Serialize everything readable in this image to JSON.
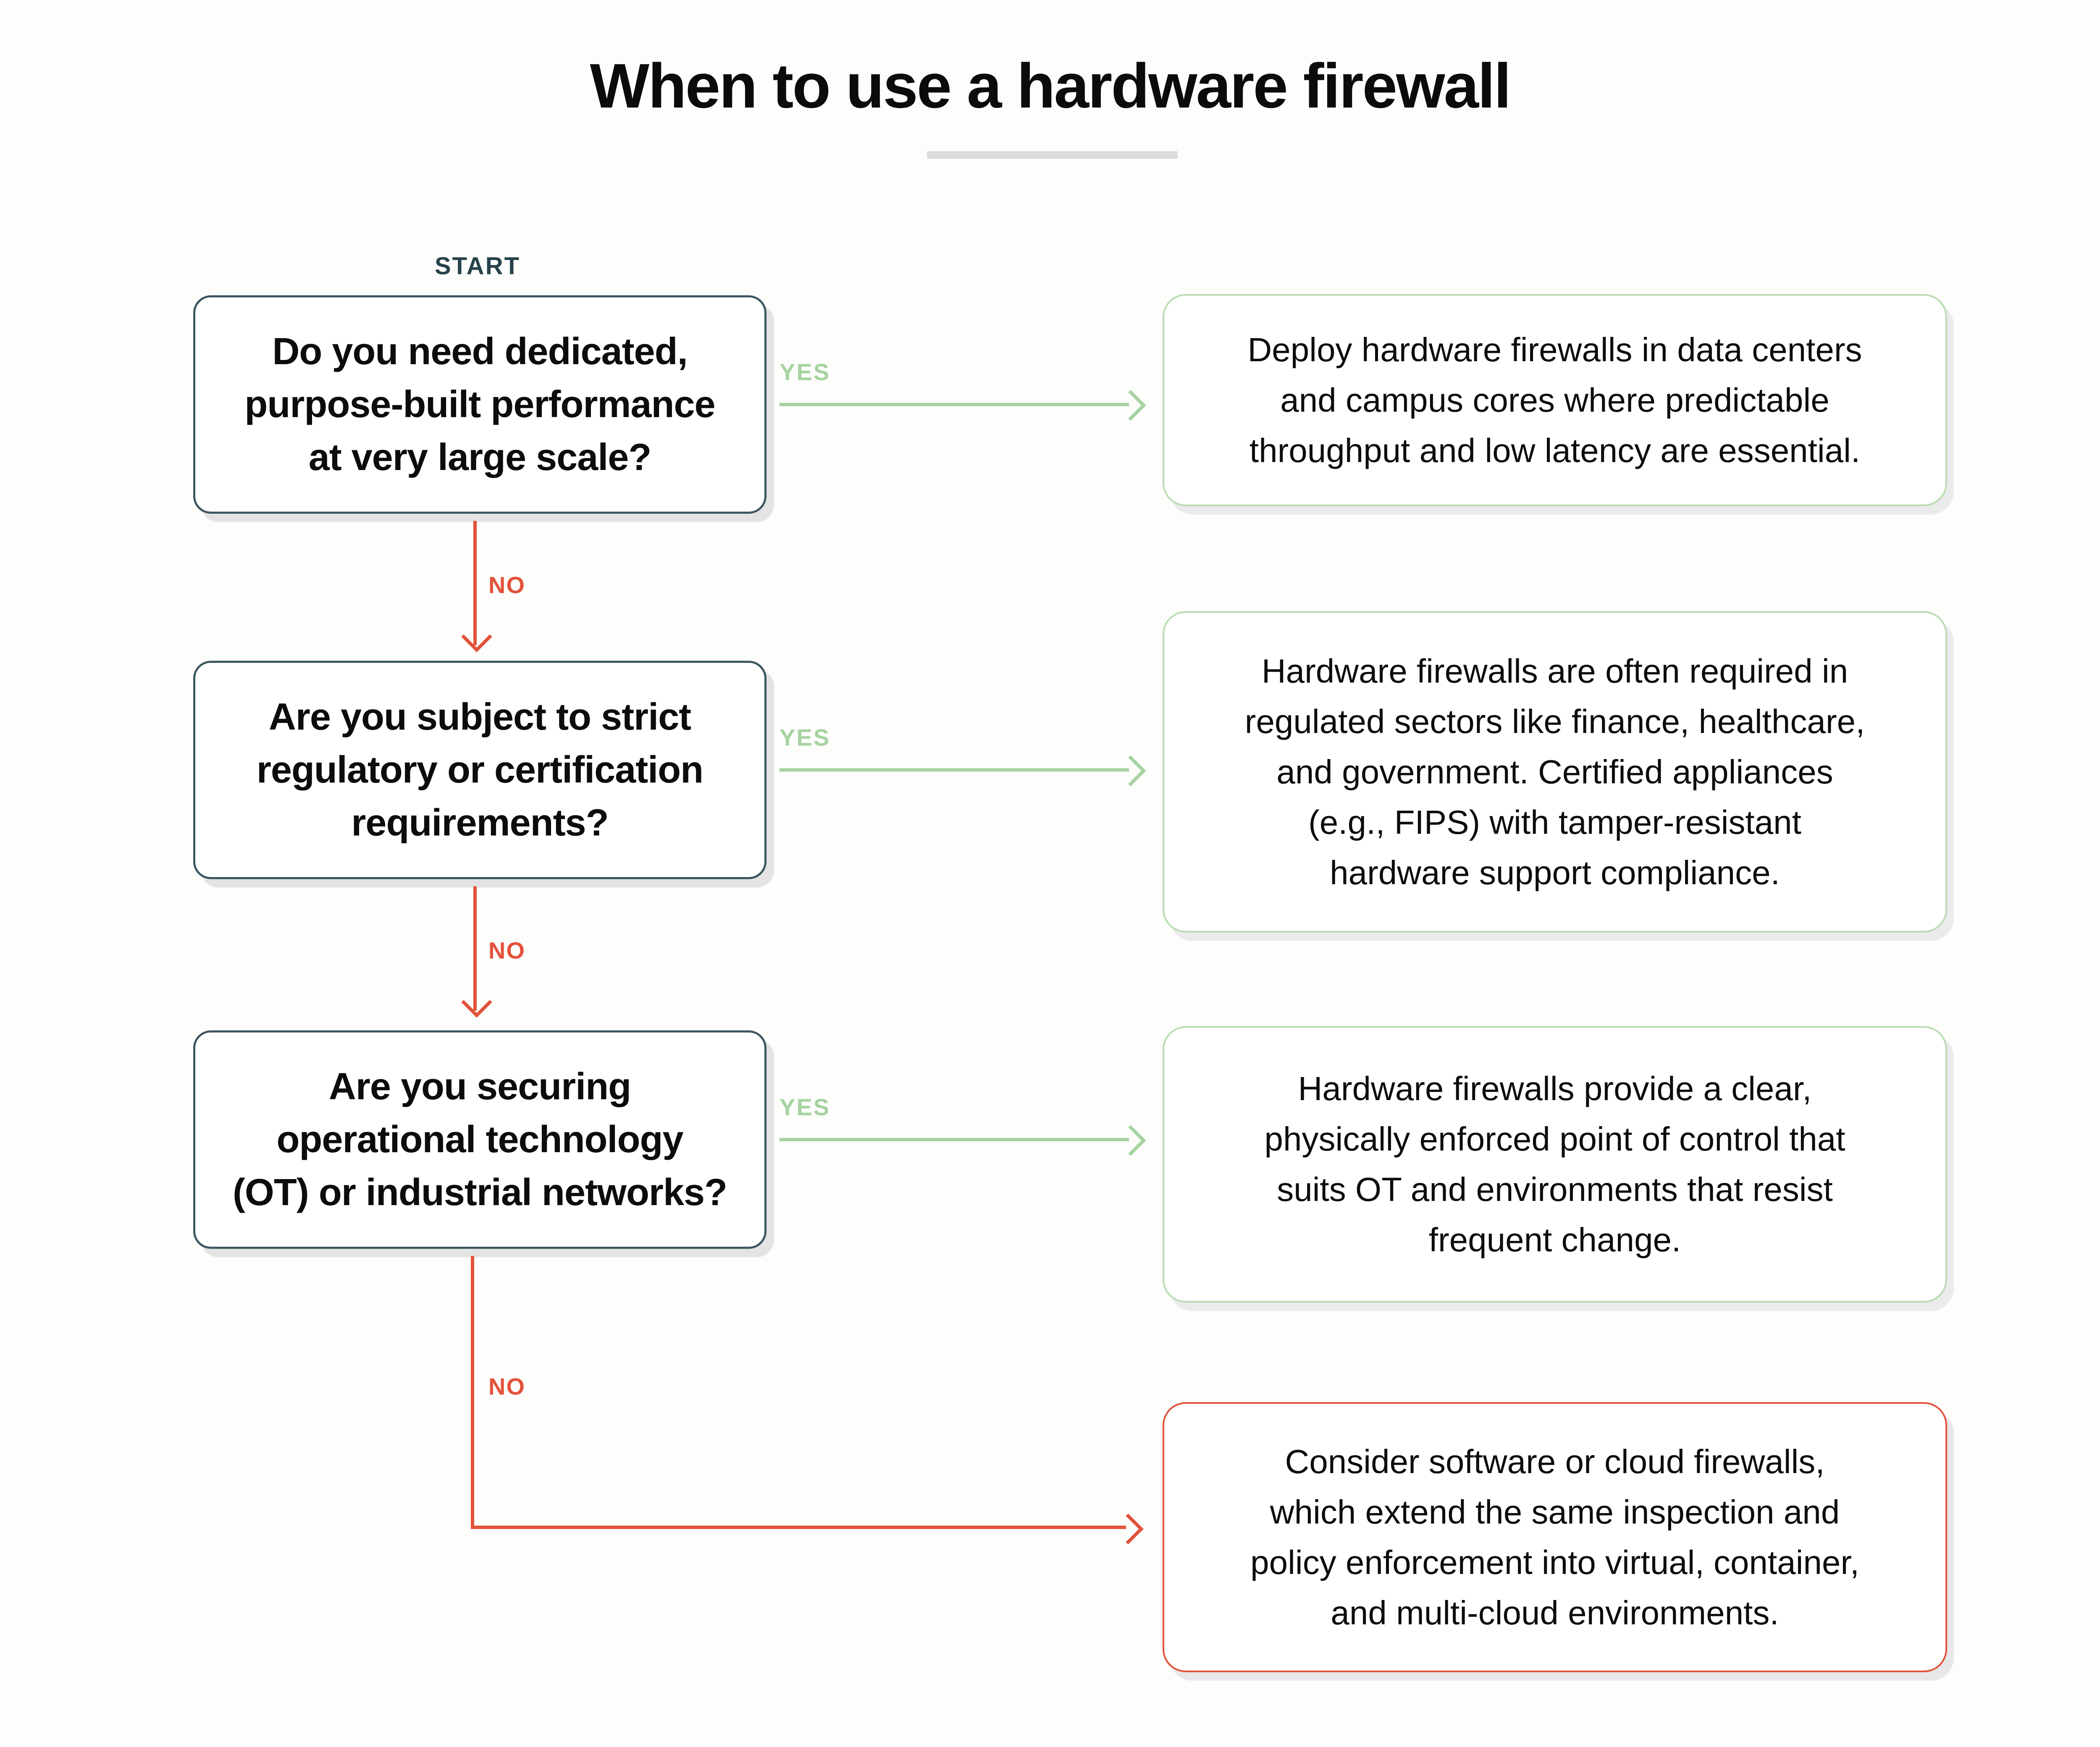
{
  "title": "When to use a hardware firewall",
  "labels": {
    "start": "START",
    "yes": "YES",
    "no": "NO"
  },
  "colors": {
    "background": "#fdfdfc",
    "question_border": "#3c565f",
    "start_text": "#27424b",
    "yes_green": "#a6d3a0",
    "answer_border_green": "#b9dcb2",
    "no_red": "#e2523a",
    "title_underline_gray": "#dcdcda",
    "shadow_gray": "#e3e3e3",
    "text_black": "#0c0c0c"
  },
  "flow": {
    "steps": [
      {
        "question": "Do you need dedicated,\npurpose-built performance\nat very large scale?",
        "yes_outcome": "Deploy hardware firewalls in data centers\nand campus cores where predictable\nthroughput and low latency are essential."
      },
      {
        "question": "Are you subject to strict\nregulatory or certification\nrequirements?",
        "yes_outcome": "Hardware firewalls are often required in\nregulated sectors like finance, healthcare,\nand government. Certified appliances\n(e.g., FIPS) with tamper-resistant\nhardware support compliance."
      },
      {
        "question": "Are you securing\noperational technology\n(OT) or industrial networks?",
        "yes_outcome": "Hardware firewalls provide a clear,\nphysically enforced point of control that\nsuits OT and environments that resist\nfrequent change."
      }
    ],
    "no_outcome": "Consider software or cloud firewalls,\nwhich extend the same inspection and\npolicy enforcement into virtual, container,\nand multi-cloud environments."
  }
}
